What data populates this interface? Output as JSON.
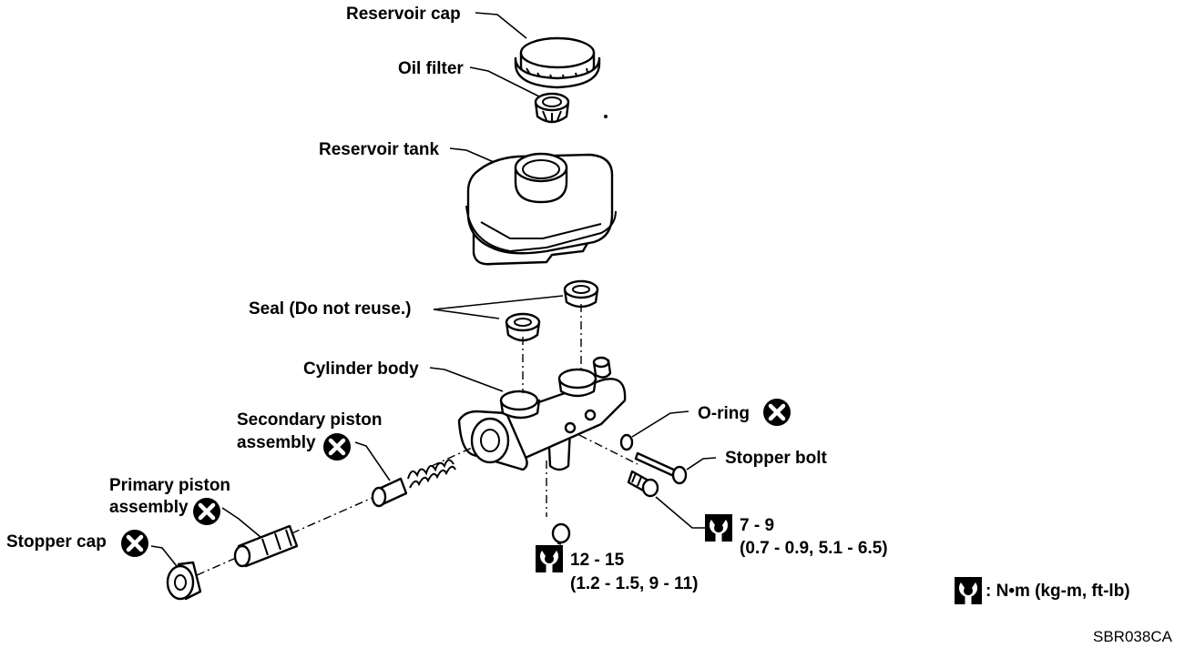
{
  "labels": {
    "reservoir_cap": "Reservoir cap",
    "oil_filter": "Oil filter",
    "reservoir_tank": "Reservoir tank",
    "seal": "Seal (Do not reuse.)",
    "cylinder_body": "Cylinder body",
    "secondary_piston_1": "Secondary piston",
    "secondary_piston_2": "assembly",
    "primary_piston_1": "Primary piston",
    "primary_piston_2": "assembly",
    "stopper_cap": "Stopper cap",
    "o_ring": "O-ring",
    "stopper_bolt": "Stopper bolt"
  },
  "torque": {
    "upper_value": "7 - 9",
    "upper_detail": "(0.7 - 0.9, 5.1 - 6.5)",
    "lower_value": "12 - 15",
    "lower_detail": "(1.2 - 1.5, 9 - 11)"
  },
  "legend": {
    "units": ": N•m (kg-m, ft-lb)"
  },
  "figure_code": "SBR038CA",
  "icons": {
    "do_not_reuse": "x-circle-icon",
    "torque": "wrench-icon"
  }
}
